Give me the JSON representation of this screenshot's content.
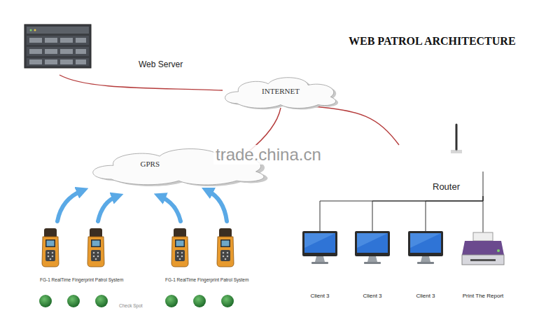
{
  "diagram": {
    "title": "WEB PATROL ARCHITECTURE",
    "nodes": [
      {
        "text": [
          "Web Server"
        ]
      },
      {
        "text": [
          "INTERNET"
        ]
      },
      {
        "text": [
          "GPRS"
        ]
      },
      {
        "text": [
          "Router"
        ]
      },
      {
        "text": [
          "Client 3"
        ]
      },
      {
        "text": [
          "Client 3"
        ]
      },
      {
        "text": [
          "Client 3"
        ]
      },
      {
        "text": [
          "Print The Report"
        ]
      }
    ],
    "edges": [
      {
        "from": 0,
        "to": 1,
        "arrow": "none"
      },
      {
        "from": 1,
        "to": 2,
        "arrow": "none"
      },
      {
        "from": 1,
        "to": 3,
        "arrow": "none"
      },
      {
        "from": 3,
        "to": 4,
        "arrow": "none"
      },
      {
        "from": 3,
        "to": 5,
        "arrow": "none"
      },
      {
        "from": 3,
        "to": 6,
        "arrow": "none"
      },
      {
        "from": 3,
        "to": 7,
        "arrow": "none"
      }
    ],
    "labels": [
      "trade.china.cn",
      "FG-1 RealTime Fingerprint Patrol System",
      "FG-1 RealTime Fingerprint Patrol System",
      "Check Spot"
    ]
  }
}
